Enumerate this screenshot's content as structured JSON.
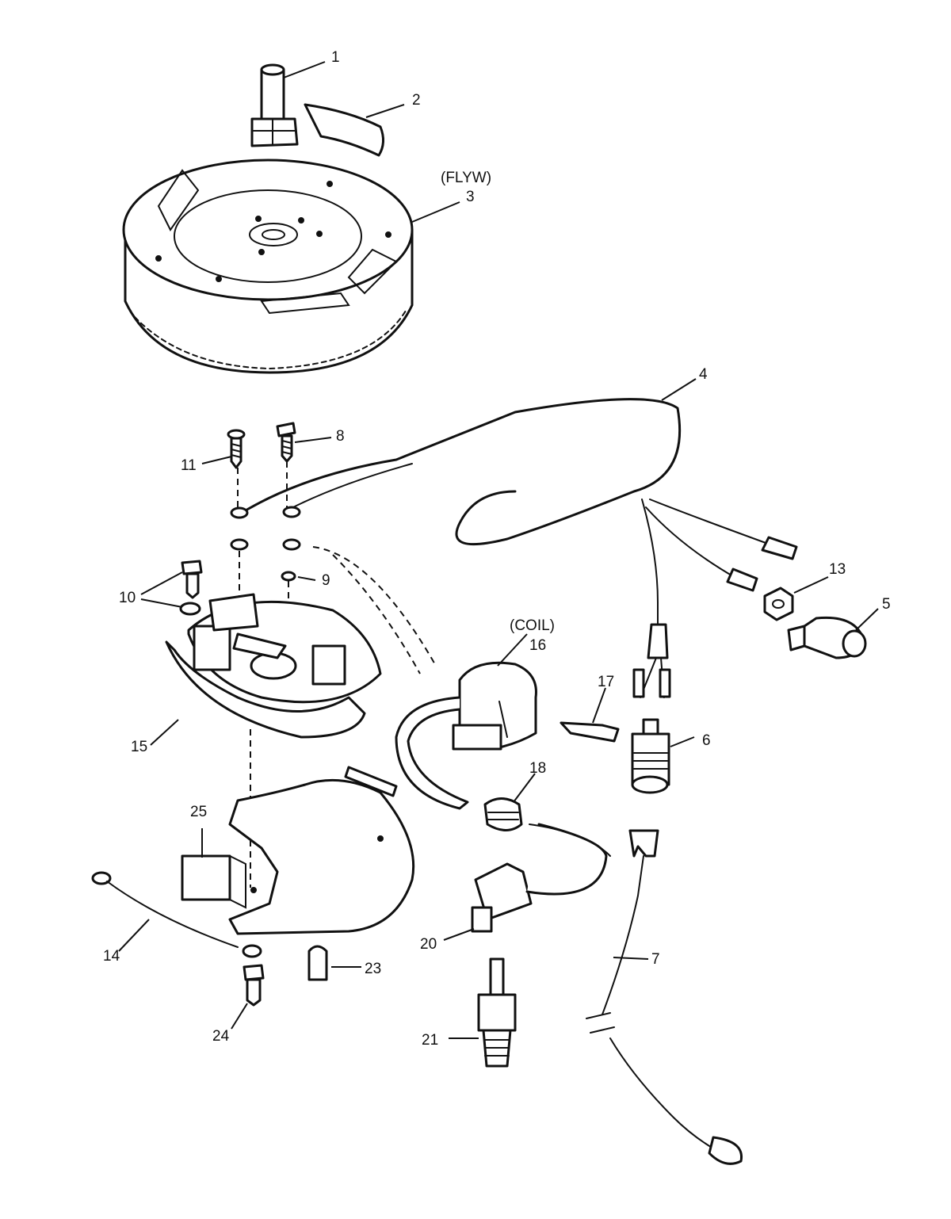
{
  "labels": {
    "p1": "1",
    "p2": "2",
    "p3": "3",
    "p3_name": "(FLYW)",
    "p4": "4",
    "p5": "5",
    "p6": "6",
    "p7": "7",
    "p8": "8",
    "p9": "9",
    "p10": "10",
    "p11": "11",
    "p13": "13",
    "p14": "14",
    "p15": "15",
    "p16": "16",
    "p16_name": "(COIL)",
    "p17": "17",
    "p18": "18",
    "p20": "20",
    "p21": "21",
    "p23": "23",
    "p24": "24",
    "p25": "25"
  }
}
